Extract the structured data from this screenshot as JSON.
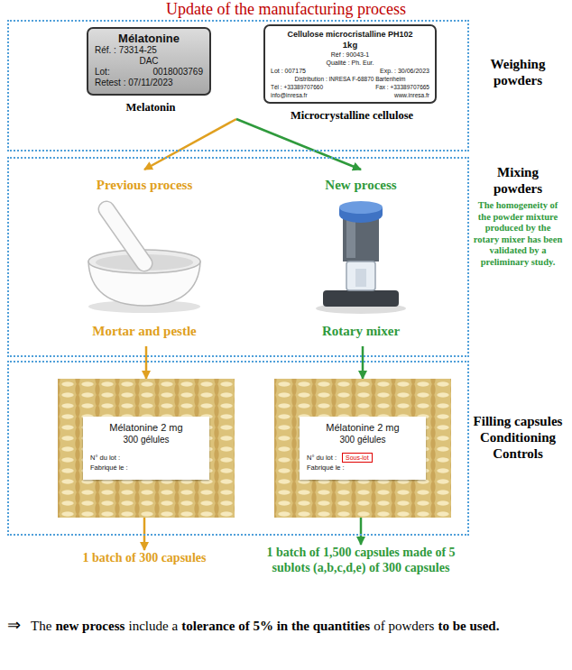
{
  "diagram": {
    "title": "Update of the manufacturing process",
    "nodes": [
      {
        "text": [
          "Weighing powders"
        ]
      },
      {
        "text": [
          "Mélatonine",
          "Réf. : 73314-25",
          "DAC",
          "Lot:",
          "0018003769",
          "Retest : 07/11/2023",
          "Melatonin"
        ],
        "in": 0
      },
      {
        "text": [
          "Cellulose microcristalline PH102",
          "1kg",
          "Réf : 90043-1",
          "Qualité : Ph. Eur.",
          "Lot : 007175",
          "Exp. : 30/06/2023",
          "Distribution : INRESA F-68870 Bartenheim",
          "Tél : +33389707660",
          "Fax : +33389707665",
          "info@inresa.fr",
          "www.inresa.fr",
          "Microcrystalline cellulose"
        ],
        "in": 0
      },
      {
        "text": [
          "Mixing powders",
          "The homogeneity of the powder mixture produced by the rotary mixer has been validated by a preliminary study."
        ]
      },
      {
        "text": [
          "Previous process",
          "Mortar and pestle"
        ],
        "in": 3
      },
      {
        "text": [
          "New process",
          "Rotary mixer"
        ],
        "in": 3
      },
      {
        "text": [
          "Filling capsules Conditioning Controls"
        ]
      },
      {
        "text": [
          "Mélatonine 2 mg",
          "300 gélules",
          "N° du lot :",
          "Fabriqué le :"
        ],
        "in": 6
      },
      {
        "text": [
          "Mélatonine 2 mg",
          "300 gélules",
          "N° du lot :",
          "Sous-lot",
          "Fabriqué le :"
        ],
        "in": 6
      },
      {
        "text": [
          "1 batch of 300 capsules"
        ]
      },
      {
        "text": [
          "1 batch of 1,500 capsules made of 5 sublots (a,b,c,d,e) of 300 capsules"
        ]
      }
    ],
    "edges": [
      {
        "from": 0,
        "to": 4,
        "arrow": "to"
      },
      {
        "from": 0,
        "to": 5,
        "arrow": "to"
      },
      {
        "from": 4,
        "to": 7,
        "arrow": "to"
      },
      {
        "from": 5,
        "to": 8,
        "arrow": "to"
      },
      {
        "from": 7,
        "to": 9,
        "arrow": "to"
      },
      {
        "from": 8,
        "to": 10,
        "arrow": "to"
      }
    ],
    "labels": [
      "⇒",
      "The",
      "new process",
      "include a",
      "tolerance of 5% in the quantities",
      "of powders",
      "to be used."
    ]
  }
}
